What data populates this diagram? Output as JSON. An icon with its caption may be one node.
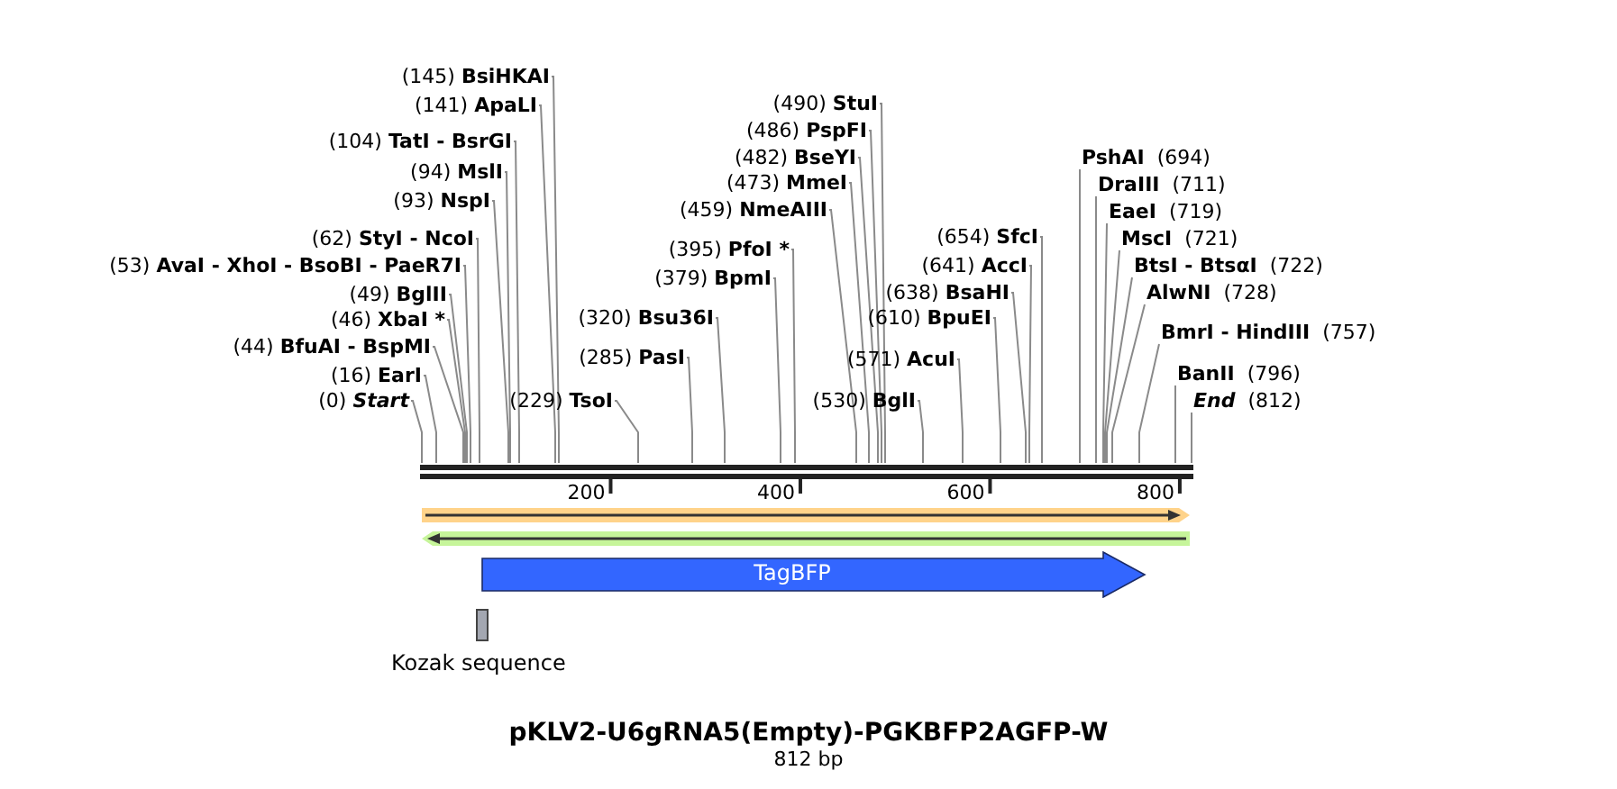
{
  "diagram": {
    "title": "pKLV2-U6gRNA5(Empty)-PGKBFP2AGFP-W",
    "caption": "812 bp",
    "nodes": [
      {
        "text": [
          "(145)",
          "BsiHKAI"
        ]
      },
      {
        "text": [
          "(141)",
          "ApaLI"
        ]
      },
      {
        "text": [
          "(104)",
          "TatI - BsrGI"
        ]
      },
      {
        "text": [
          "(94)",
          "MslI"
        ]
      },
      {
        "text": [
          "(93)",
          "NspI"
        ]
      },
      {
        "text": [
          "(62)",
          "StyI - NcoI"
        ]
      },
      {
        "text": [
          "(53)",
          "AvaI - XhoI - BsoBI - PaeR7I"
        ]
      },
      {
        "text": [
          "(49)",
          "BglII"
        ]
      },
      {
        "text": [
          "(46)",
          "XbaI *"
        ]
      },
      {
        "text": [
          "(44)",
          "BfuAI - BspMI"
        ]
      },
      {
        "text": [
          "(16)",
          "EarI"
        ]
      },
      {
        "text": [
          "(0)",
          "*Start*"
        ]
      },
      {
        "text": [
          "(229)",
          "TsoI"
        ]
      },
      {
        "text": [
          "(285)",
          "PasI"
        ]
      },
      {
        "text": [
          "(320)",
          "Bsu36I"
        ]
      },
      {
        "text": [
          "(379)",
          "BpmI"
        ]
      },
      {
        "text": [
          "(395)",
          "PfoI *"
        ]
      },
      {
        "text": [
          "(459)",
          "NmeAIII"
        ]
      },
      {
        "text": [
          "(473)",
          "MmeI"
        ]
      },
      {
        "text": [
          "(482)",
          "BseYI"
        ]
      },
      {
        "text": [
          "(486)",
          "PspFI"
        ]
      },
      {
        "text": [
          "(490)",
          "StuI"
        ]
      },
      {
        "text": [
          "(530)",
          "BglI"
        ]
      },
      {
        "text": [
          "(571)",
          "AcuI"
        ]
      },
      {
        "text": [
          "(610)",
          "BpuEI"
        ]
      },
      {
        "text": [
          "(638)",
          "BsaHI"
        ]
      },
      {
        "text": [
          "(641)",
          "AccI"
        ]
      },
      {
        "text": [
          "(654)",
          "SfcI"
        ]
      },
      {
        "text": [
          "PshAI",
          "(694)"
        ]
      },
      {
        "text": [
          "DraIII",
          "(711)"
        ]
      },
      {
        "text": [
          "EaeI",
          "(719)"
        ]
      },
      {
        "text": [
          "MscI",
          "(721)"
        ]
      },
      {
        "text": [
          "BtsI - BtsαI",
          "(722)"
        ]
      },
      {
        "text": [
          "AlwNI",
          "(728)"
        ]
      },
      {
        "text": [
          "BmrI - HindIII",
          "(757)"
        ]
      },
      {
        "text": [
          "BanII",
          "(796)"
        ]
      },
      {
        "text": [
          "*End*",
          "(812)"
        ]
      },
      {
        "text": [
          "TagBFP"
        ]
      },
      {
        "text": [
          "Kozak sequence"
        ]
      }
    ],
    "edges": [
      {
        "from": 0,
        "to": null,
        "arrow": "none"
      },
      {
        "from": 1,
        "to": null,
        "arrow": "none"
      },
      {
        "from": 2,
        "to": null,
        "arrow": "none"
      },
      {
        "from": 3,
        "to": null,
        "arrow": "none"
      },
      {
        "from": 4,
        "to": null,
        "arrow": "none"
      },
      {
        "from": 5,
        "to": null,
        "arrow": "none"
      },
      {
        "from": 6,
        "to": null,
        "arrow": "none"
      },
      {
        "from": 7,
        "to": null,
        "arrow": "none"
      },
      {
        "from": 8,
        "to": null,
        "arrow": "none"
      },
      {
        "from": 9,
        "to": null,
        "arrow": "none"
      },
      {
        "from": 10,
        "to": null,
        "arrow": "none"
      },
      {
        "from": 11,
        "to": null,
        "arrow": "none"
      },
      {
        "from": 12,
        "to": null,
        "arrow": "none"
      },
      {
        "from": 13,
        "to": null,
        "arrow": "none"
      },
      {
        "from": 14,
        "to": null,
        "arrow": "none"
      },
      {
        "from": 15,
        "to": null,
        "arrow": "none"
      },
      {
        "from": 16,
        "to": null,
        "arrow": "none"
      },
      {
        "from": 17,
        "to": null,
        "arrow": "none"
      },
      {
        "from": 18,
        "to": null,
        "arrow": "none"
      },
      {
        "from": 19,
        "to": null,
        "arrow": "none"
      },
      {
        "from": 20,
        "to": null,
        "arrow": "none"
      },
      {
        "from": 21,
        "to": null,
        "arrow": "none"
      },
      {
        "from": 22,
        "to": null,
        "arrow": "none"
      },
      {
        "from": 23,
        "to": null,
        "arrow": "none"
      },
      {
        "from": 24,
        "to": null,
        "arrow": "none"
      },
      {
        "from": 25,
        "to": null,
        "arrow": "none"
      },
      {
        "from": 26,
        "to": null,
        "arrow": "none"
      },
      {
        "from": 27,
        "to": null,
        "arrow": "none"
      },
      {
        "from": 28,
        "to": null,
        "arrow": "none"
      },
      {
        "from": 29,
        "to": null,
        "arrow": "none"
      },
      {
        "from": 30,
        "to": null,
        "arrow": "none"
      },
      {
        "from": 31,
        "to": null,
        "arrow": "none"
      },
      {
        "from": 32,
        "to": null,
        "arrow": "none"
      },
      {
        "from": 33,
        "to": null,
        "arrow": "none"
      },
      {
        "from": 34,
        "to": null,
        "arrow": "none"
      },
      {
        "from": 35,
        "to": null,
        "arrow": "none"
      },
      {
        "from": 36,
        "to": null,
        "arrow": "none"
      }
    ],
    "labels": [
      "200",
      "400",
      "600",
      "800"
    ]
  }
}
